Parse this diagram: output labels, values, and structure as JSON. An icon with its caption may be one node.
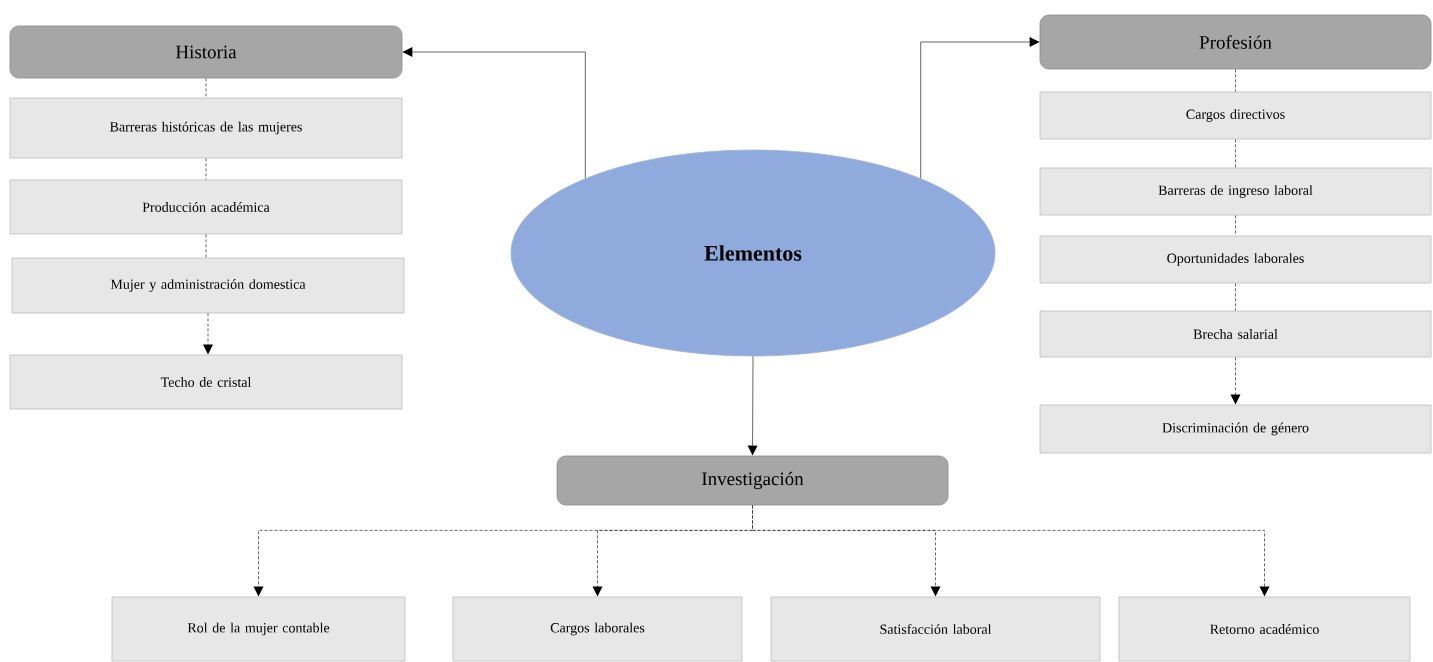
{
  "diagram": {
    "nodes": [
      {
        "text": [
          "Elementos"
        ]
      },
      {
        "text": [
          "Historia"
        ]
      },
      {
        "text": [
          "Barreras históricas de las mujeres"
        ]
      },
      {
        "text": [
          "Producción académica"
        ]
      },
      {
        "text": [
          "Mujer y administración domestica"
        ]
      },
      {
        "text": [
          "Techo de cristal"
        ]
      },
      {
        "text": [
          "Profesión"
        ]
      },
      {
        "text": [
          "Cargos directivos"
        ]
      },
      {
        "text": [
          "Barreras de ingreso laboral"
        ]
      },
      {
        "text": [
          "Oportunidades laborales"
        ]
      },
      {
        "text": [
          "Brecha salarial"
        ]
      },
      {
        "text": [
          "Discriminación de género"
        ]
      },
      {
        "text": [
          "Investigación"
        ]
      },
      {
        "text": [
          "Rol de la mujer contable"
        ]
      },
      {
        "text": [
          "Cargos laborales"
        ]
      },
      {
        "text": [
          "Satisfacción laboral"
        ]
      },
      {
        "text": [
          "Retorno académico"
        ]
      }
    ],
    "edges": [
      {
        "from": 0,
        "to": 1,
        "arrow": "to"
      },
      {
        "from": 0,
        "to": 6,
        "arrow": "to"
      },
      {
        "from": 0,
        "to": 12,
        "arrow": "to"
      },
      {
        "from": 1,
        "to": 2,
        "arrow": "none",
        "style": "dashed"
      },
      {
        "from": 2,
        "to": 3,
        "arrow": "none",
        "style": "dashed"
      },
      {
        "from": 3,
        "to": 4,
        "arrow": "none",
        "style": "dashed"
      },
      {
        "from": 4,
        "to": 5,
        "arrow": "to",
        "style": "dashed"
      },
      {
        "from": 6,
        "to": 7,
        "arrow": "none",
        "style": "dashed"
      },
      {
        "from": 7,
        "to": 8,
        "arrow": "none",
        "style": "dashed"
      },
      {
        "from": 8,
        "to": 9,
        "arrow": "none",
        "style": "dashed"
      },
      {
        "from": 9,
        "to": 10,
        "arrow": "none",
        "style": "dashed"
      },
      {
        "from": 10,
        "to": 11,
        "arrow": "to",
        "style": "dashed"
      },
      {
        "from": 12,
        "to": 13,
        "arrow": "to",
        "style": "dashed"
      },
      {
        "from": 12,
        "to": 14,
        "arrow": "to",
        "style": "dashed"
      },
      {
        "from": 12,
        "to": 15,
        "arrow": "to",
        "style": "dashed"
      },
      {
        "from": 12,
        "to": 16,
        "arrow": "to",
        "style": "dashed"
      }
    ]
  }
}
